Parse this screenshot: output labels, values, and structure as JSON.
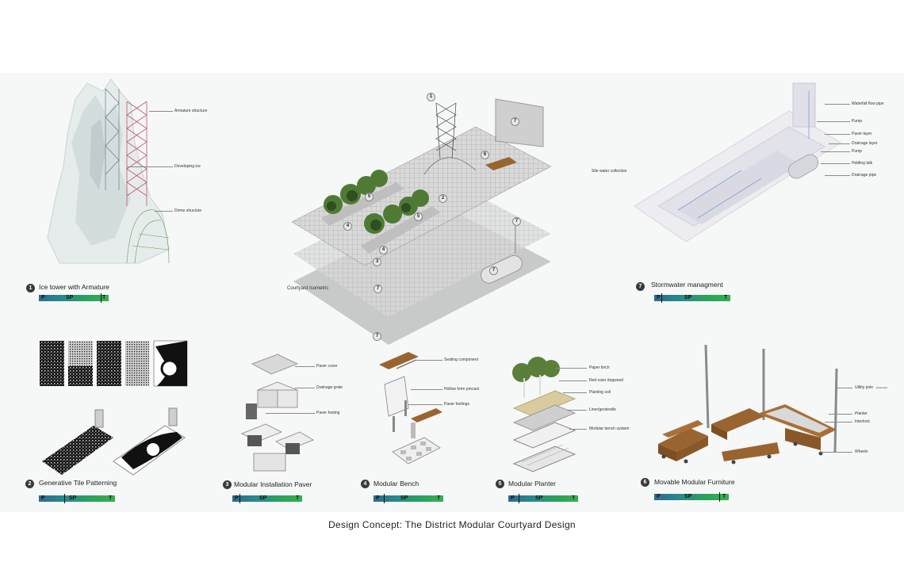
{
  "caption": "Design Concept: The District Modular Courtyard Design",
  "scale_bar": {
    "p": "P",
    "sp": "SP",
    "t": "T"
  },
  "sections": [
    {
      "num": "1",
      "title": "Ice tower with Armature"
    },
    {
      "num": "2",
      "title": "Generative Tile Patterning"
    },
    {
      "num": "3",
      "title": "Modular Installation Paver"
    },
    {
      "num": "4",
      "title": "Modular Bench"
    },
    {
      "num": "5",
      "title": "Modular Planter"
    },
    {
      "num": "6",
      "title": "Movable Modular Furniture"
    },
    {
      "num": "7",
      "title": "Stormwater managment"
    }
  ],
  "ice_tower_labels": [
    "Armature structure",
    "Developing ice",
    "Dome structure"
  ],
  "courtyard_label": "Courtyard Isometric",
  "courtyard_tags": [
    "1",
    "2",
    "3",
    "4",
    "4",
    "5",
    "5",
    "6",
    "7",
    "7",
    "7",
    "7",
    "7"
  ],
  "stormwater_labels": [
    "Waterfall flow pipe",
    "Pump",
    "Paver layer",
    "Drainage layer",
    "Pump",
    "Holding talk",
    "Drainage pipe"
  ],
  "site_water_label": "Site water collection",
  "paver_labels": [
    "Paver cover",
    "Drainage grate",
    "Paver footing"
  ],
  "bench_labels": [
    "Seating component",
    "Hollow form precast",
    "Paver footings"
  ],
  "planter_labels": [
    "Paper birch",
    "Red osier dogwood",
    "Planting soil",
    "Liner/geotextile",
    "Modular bench system"
  ],
  "furniture_labels": [
    "Utility pole",
    "(lowmode)",
    "Planter",
    "Interlock",
    "Wheels"
  ],
  "colors": {
    "wood": "#9a6430",
    "scale_start": "#2e6b8f",
    "scale_end": "#34b04f"
  }
}
